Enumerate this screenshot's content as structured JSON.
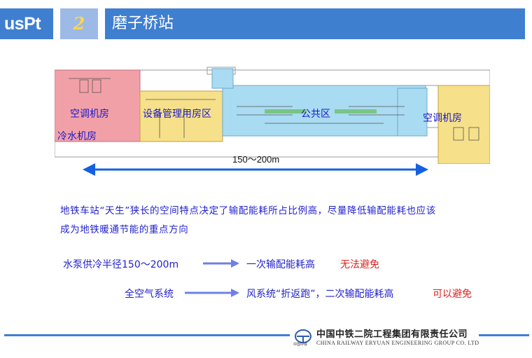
{
  "header": {
    "logo": "usPt",
    "section_number": "2",
    "title": "磨子桥站"
  },
  "plan": {
    "zones": {
      "ac_left": "空调机房",
      "chiller": "冷水机房",
      "equipment": "设备管理用房区",
      "public": "公共区",
      "ac_right": "空调机房"
    },
    "dimension": "150～200m"
  },
  "paragraph": {
    "line1": "地铁车站“天生”狭长的空间特点决定了输配能耗所占比例高，尽量降低输配能耗也应该",
    "line2": "成为地铁暖通节能的重点方向"
  },
  "rows": [
    {
      "left": "水泵供冷半径150～200m",
      "middle": "一次输配能耗高",
      "right": "无法避免"
    },
    {
      "left": "全空气系统",
      "middle": "风系统“折返跑”，二次输配能耗高",
      "right": "可以避免"
    }
  ],
  "colors": {
    "brand_blue": "#3f7fd0",
    "text_blue": "#2222cc",
    "text_red": "#e02020",
    "zone_pink": "#f2a0a8",
    "zone_yellow": "#f6e08a",
    "zone_cyan": "#a9dcf2"
  },
  "footer": {
    "company_cn": "中国中铁二院工程集团有限责任公司",
    "company_en": "CHINA RAILWAY ERYUAN ENGINEERING GROUP CO. LTD",
    "emblem_label": "中国中铁"
  }
}
